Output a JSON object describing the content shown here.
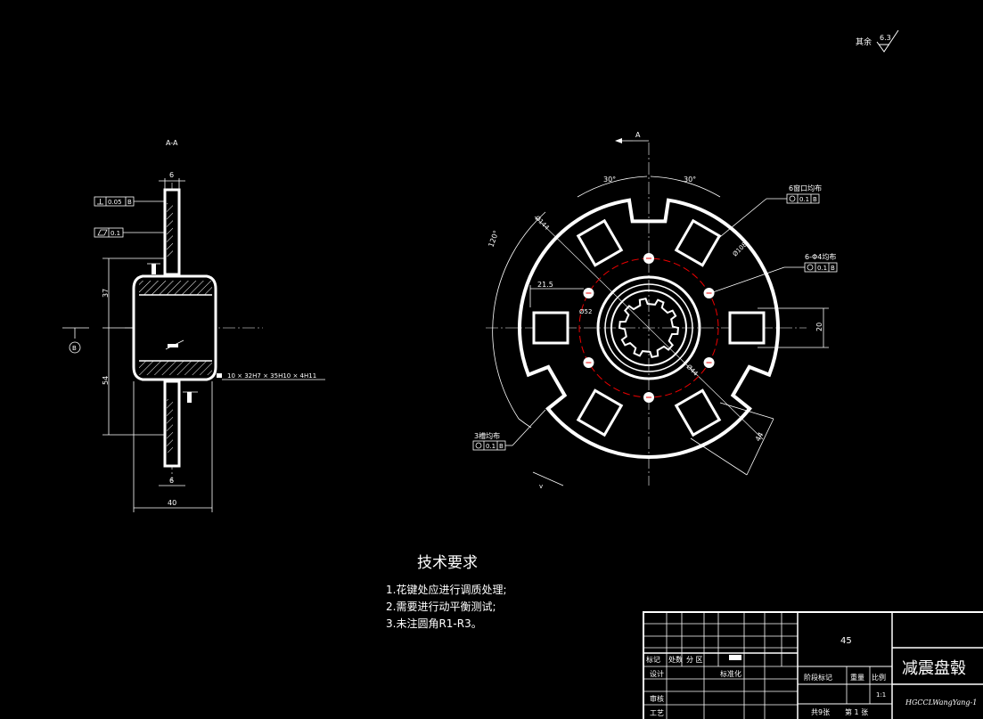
{
  "surface": {
    "label": "其余",
    "value": "6.3"
  },
  "section_view": {
    "title": "A-A",
    "top_width": "6",
    "bottom_width": "6",
    "overall_width": "40",
    "dim_upper": "37",
    "dim_lower": "54",
    "perp_tol": "0.05",
    "perp_datum": "B",
    "flat_tol": "0.1",
    "datum_b": "B",
    "spline_spec": "10 × 32H7 × 35H10 × 4H11"
  },
  "front_view": {
    "section_mark": "A",
    "angle_left": "30°",
    "angle_right": "30°",
    "angle_120": "120°",
    "dia_144": "Ø144",
    "dia_108": "Ø108",
    "dia_52": "Ø52",
    "dia_44": "Ø44",
    "dim_215": "21.5",
    "dim_20": "20",
    "dim_44": "44",
    "windows_note": "6窗口均布",
    "windows_tol": "0.1",
    "windows_datum": "B",
    "holes_note": "6-Φ4均布",
    "holes_tol": "0.1",
    "holes_datum": "B",
    "slots_note": "3槽均布",
    "slots_tol": "0.1",
    "slots_datum": "B"
  },
  "requirements": {
    "heading": "技术要求",
    "items": [
      "1.花键处应进行调质处理;",
      "2.需要进行动平衡测试;",
      "3.未注圆角R1-R3。"
    ]
  },
  "title_block": {
    "material": "45",
    "part_name": "减震盘毂",
    "drawing_no": "HGCCLWangYang-1",
    "labels": {
      "mark": "标记",
      "count": "处数",
      "zone": "分 区",
      "design": "设计",
      "standard": "标准化",
      "review": "审核",
      "process": "工艺",
      "stage": "阶段标记",
      "weight": "重量",
      "scale": "比例",
      "scale_value": "1:1",
      "sheets": "共9张",
      "sheet": "第 1 张"
    }
  }
}
